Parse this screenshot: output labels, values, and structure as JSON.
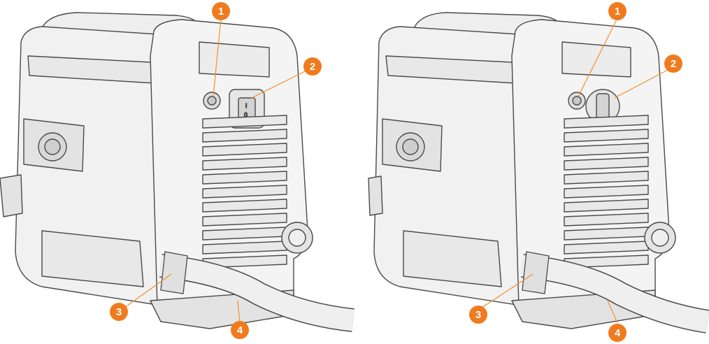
{
  "colors": {
    "callout": "#f07a1e",
    "callout_line": "#f0902c",
    "outline": "#4a4a4a",
    "body": "#f1f1f1",
    "body_shade": "#e3e3e3",
    "panel_dark": "#cfcfcf"
  },
  "illustrations": [
    {
      "name": "left-view",
      "callouts": [
        {
          "id": "1",
          "label": "1"
        },
        {
          "id": "2",
          "label": "2"
        },
        {
          "id": "3",
          "label": "3"
        },
        {
          "id": "4",
          "label": "4"
        }
      ],
      "switch_type": "rocker-switch"
    },
    {
      "name": "right-view",
      "callouts": [
        {
          "id": "1",
          "label": "1"
        },
        {
          "id": "2",
          "label": "2"
        },
        {
          "id": "3",
          "label": "3"
        },
        {
          "id": "4",
          "label": "4"
        }
      ],
      "switch_type": "rotary-switch"
    }
  ]
}
